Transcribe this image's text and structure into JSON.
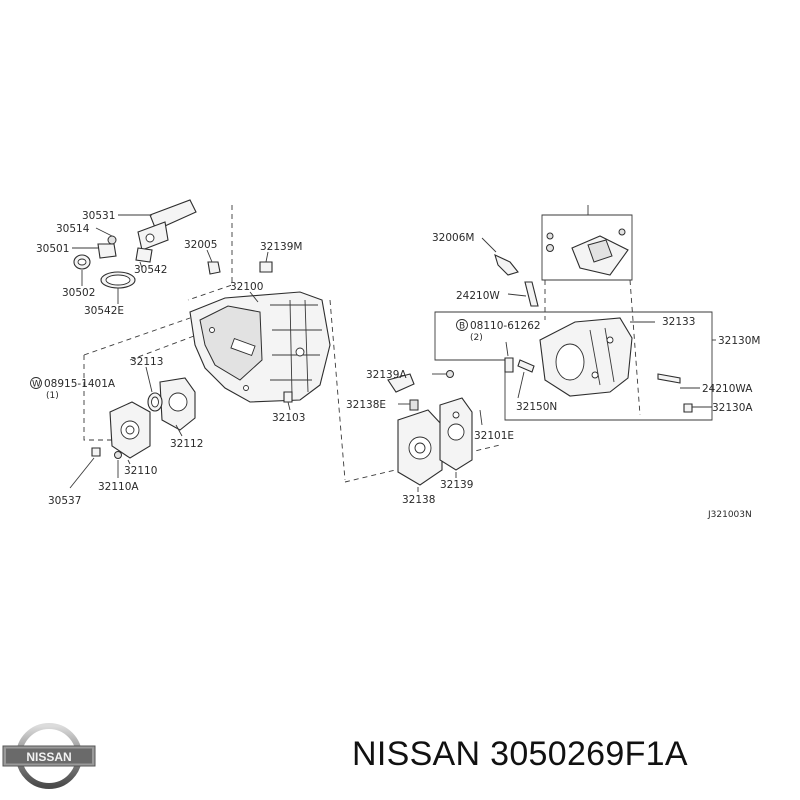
{
  "brand": {
    "name": "NISSAN",
    "part_number": "3050269F1A",
    "logo_text": "NISSAN"
  },
  "diagram": {
    "code": "J321003N",
    "labels": {
      "p30531": "30531",
      "p30514": "30514",
      "p30501": "30501",
      "p30542": "30542",
      "p30502": "30502",
      "p30542e": "30542E",
      "p32005": "32005",
      "p32139m": "32139M",
      "p32100": "32100",
      "p32113": "32113",
      "p08915a": "08915-1401A",
      "p08915b": "(1)",
      "p32112": "32112",
      "p32103": "32103",
      "p32110": "32110",
      "p32110a": "32110A",
      "p30537": "30537",
      "p32006m": "32006M",
      "p24210w": "24210W",
      "p08110a": "08110-61262",
      "p08110b": "(2)",
      "p32133": "32133",
      "p32130m": "32130M",
      "p32139a": "32139A",
      "p32138e": "32138E",
      "p32150n": "32150N",
      "p24210wa": "24210WA",
      "p32130a": "32130A",
      "p32101e": "32101E",
      "p32138": "32138",
      "p32139": "32139"
    }
  }
}
